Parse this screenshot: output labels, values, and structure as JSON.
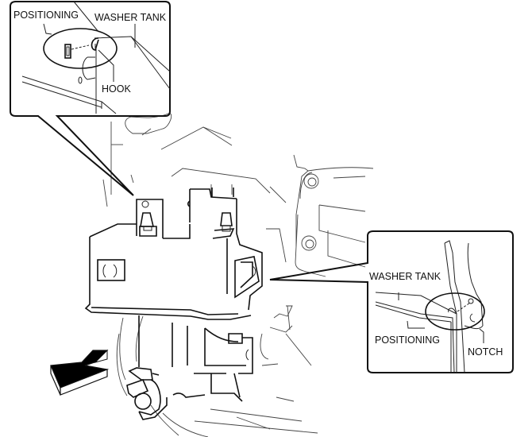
{
  "diagram": {
    "title": "Washer tank installation",
    "detail_top_left": {
      "labels": {
        "positioning": "POSITIONING",
        "washer_tank": "WASHER TANK",
        "hook": "HOOK"
      }
    },
    "detail_right": {
      "labels": {
        "washer_tank": "WASHER TANK",
        "positioning": "POSITIONING",
        "notch": "NOTCH"
      }
    },
    "direction_arrow": "vehicle-front-arrow"
  }
}
